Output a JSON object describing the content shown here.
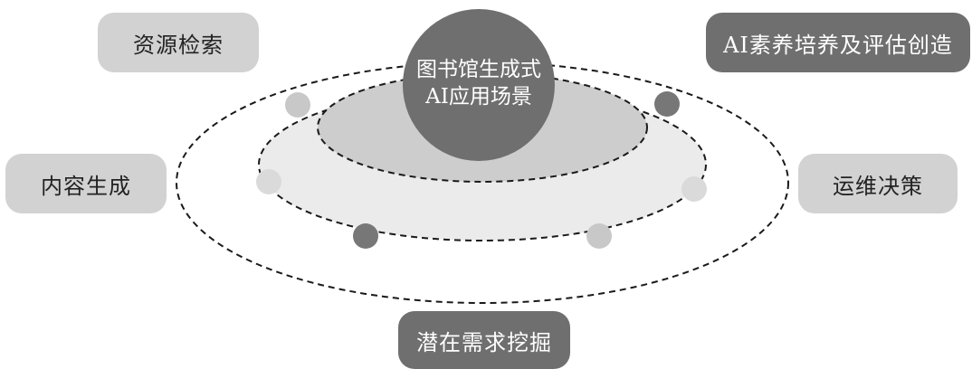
{
  "center": {
    "line1": "图书馆生成式",
    "line2": "AI应用场景"
  },
  "labels": {
    "resource_retrieval": "资源检索",
    "ai_literacy": "AI素养培养及评估创造",
    "content_generation": "内容生成",
    "operations_decision": "运维决策",
    "latent_demand": "潜在需求挖掘"
  },
  "colors": {
    "dark": "#6f6f6f",
    "mid": "#8a8a8a",
    "light": "#d2d2d2",
    "inner_fill": "#cdcdcd",
    "middle_fill": "#ebebeb",
    "dot_light": "#c8c8c8",
    "dot_lighter": "#dadada",
    "dot_dark": "#777777",
    "dash": "#1a1a1a"
  }
}
